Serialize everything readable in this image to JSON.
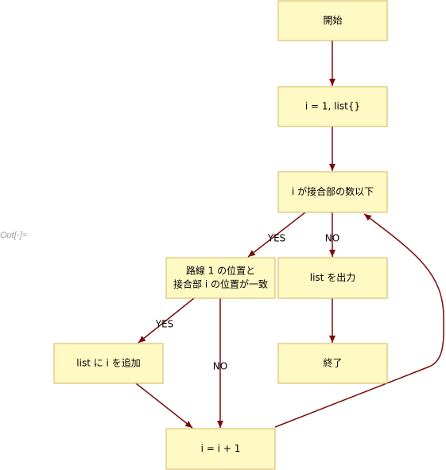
{
  "cell_label": "Out[◦]=",
  "colors": {
    "node_fill": "#fff9c4",
    "node_stroke": "#d6b656",
    "edge": "#7a0b0b",
    "cell_label": "#9e9e9e"
  },
  "nodes": {
    "start": {
      "lines": [
        "開始"
      ]
    },
    "init": {
      "lines": [
        "i = 1, list{}"
      ]
    },
    "cond_i": {
      "lines": [
        "i が接合部の数以下"
      ]
    },
    "cond_match": {
      "lines": [
        "路線 1 の位置と",
        "接合部 i の位置が一致"
      ]
    },
    "output": {
      "lines": [
        "list を出力"
      ]
    },
    "append": {
      "lines": [
        "list に i を追加"
      ]
    },
    "end": {
      "lines": [
        "終了"
      ]
    },
    "increment": {
      "lines": [
        "i = i + 1"
      ]
    }
  },
  "edges": [
    {
      "from": "start",
      "to": "init",
      "label": ""
    },
    {
      "from": "init",
      "to": "cond_i",
      "label": ""
    },
    {
      "from": "cond_i",
      "to": "cond_match",
      "label": "YES"
    },
    {
      "from": "cond_i",
      "to": "output",
      "label": "NO"
    },
    {
      "from": "cond_match",
      "to": "append",
      "label": "YES"
    },
    {
      "from": "cond_match",
      "to": "increment",
      "label": "NO"
    },
    {
      "from": "output",
      "to": "end",
      "label": ""
    },
    {
      "from": "append",
      "to": "increment",
      "label": ""
    },
    {
      "from": "increment",
      "to": "cond_i",
      "label": ""
    }
  ]
}
